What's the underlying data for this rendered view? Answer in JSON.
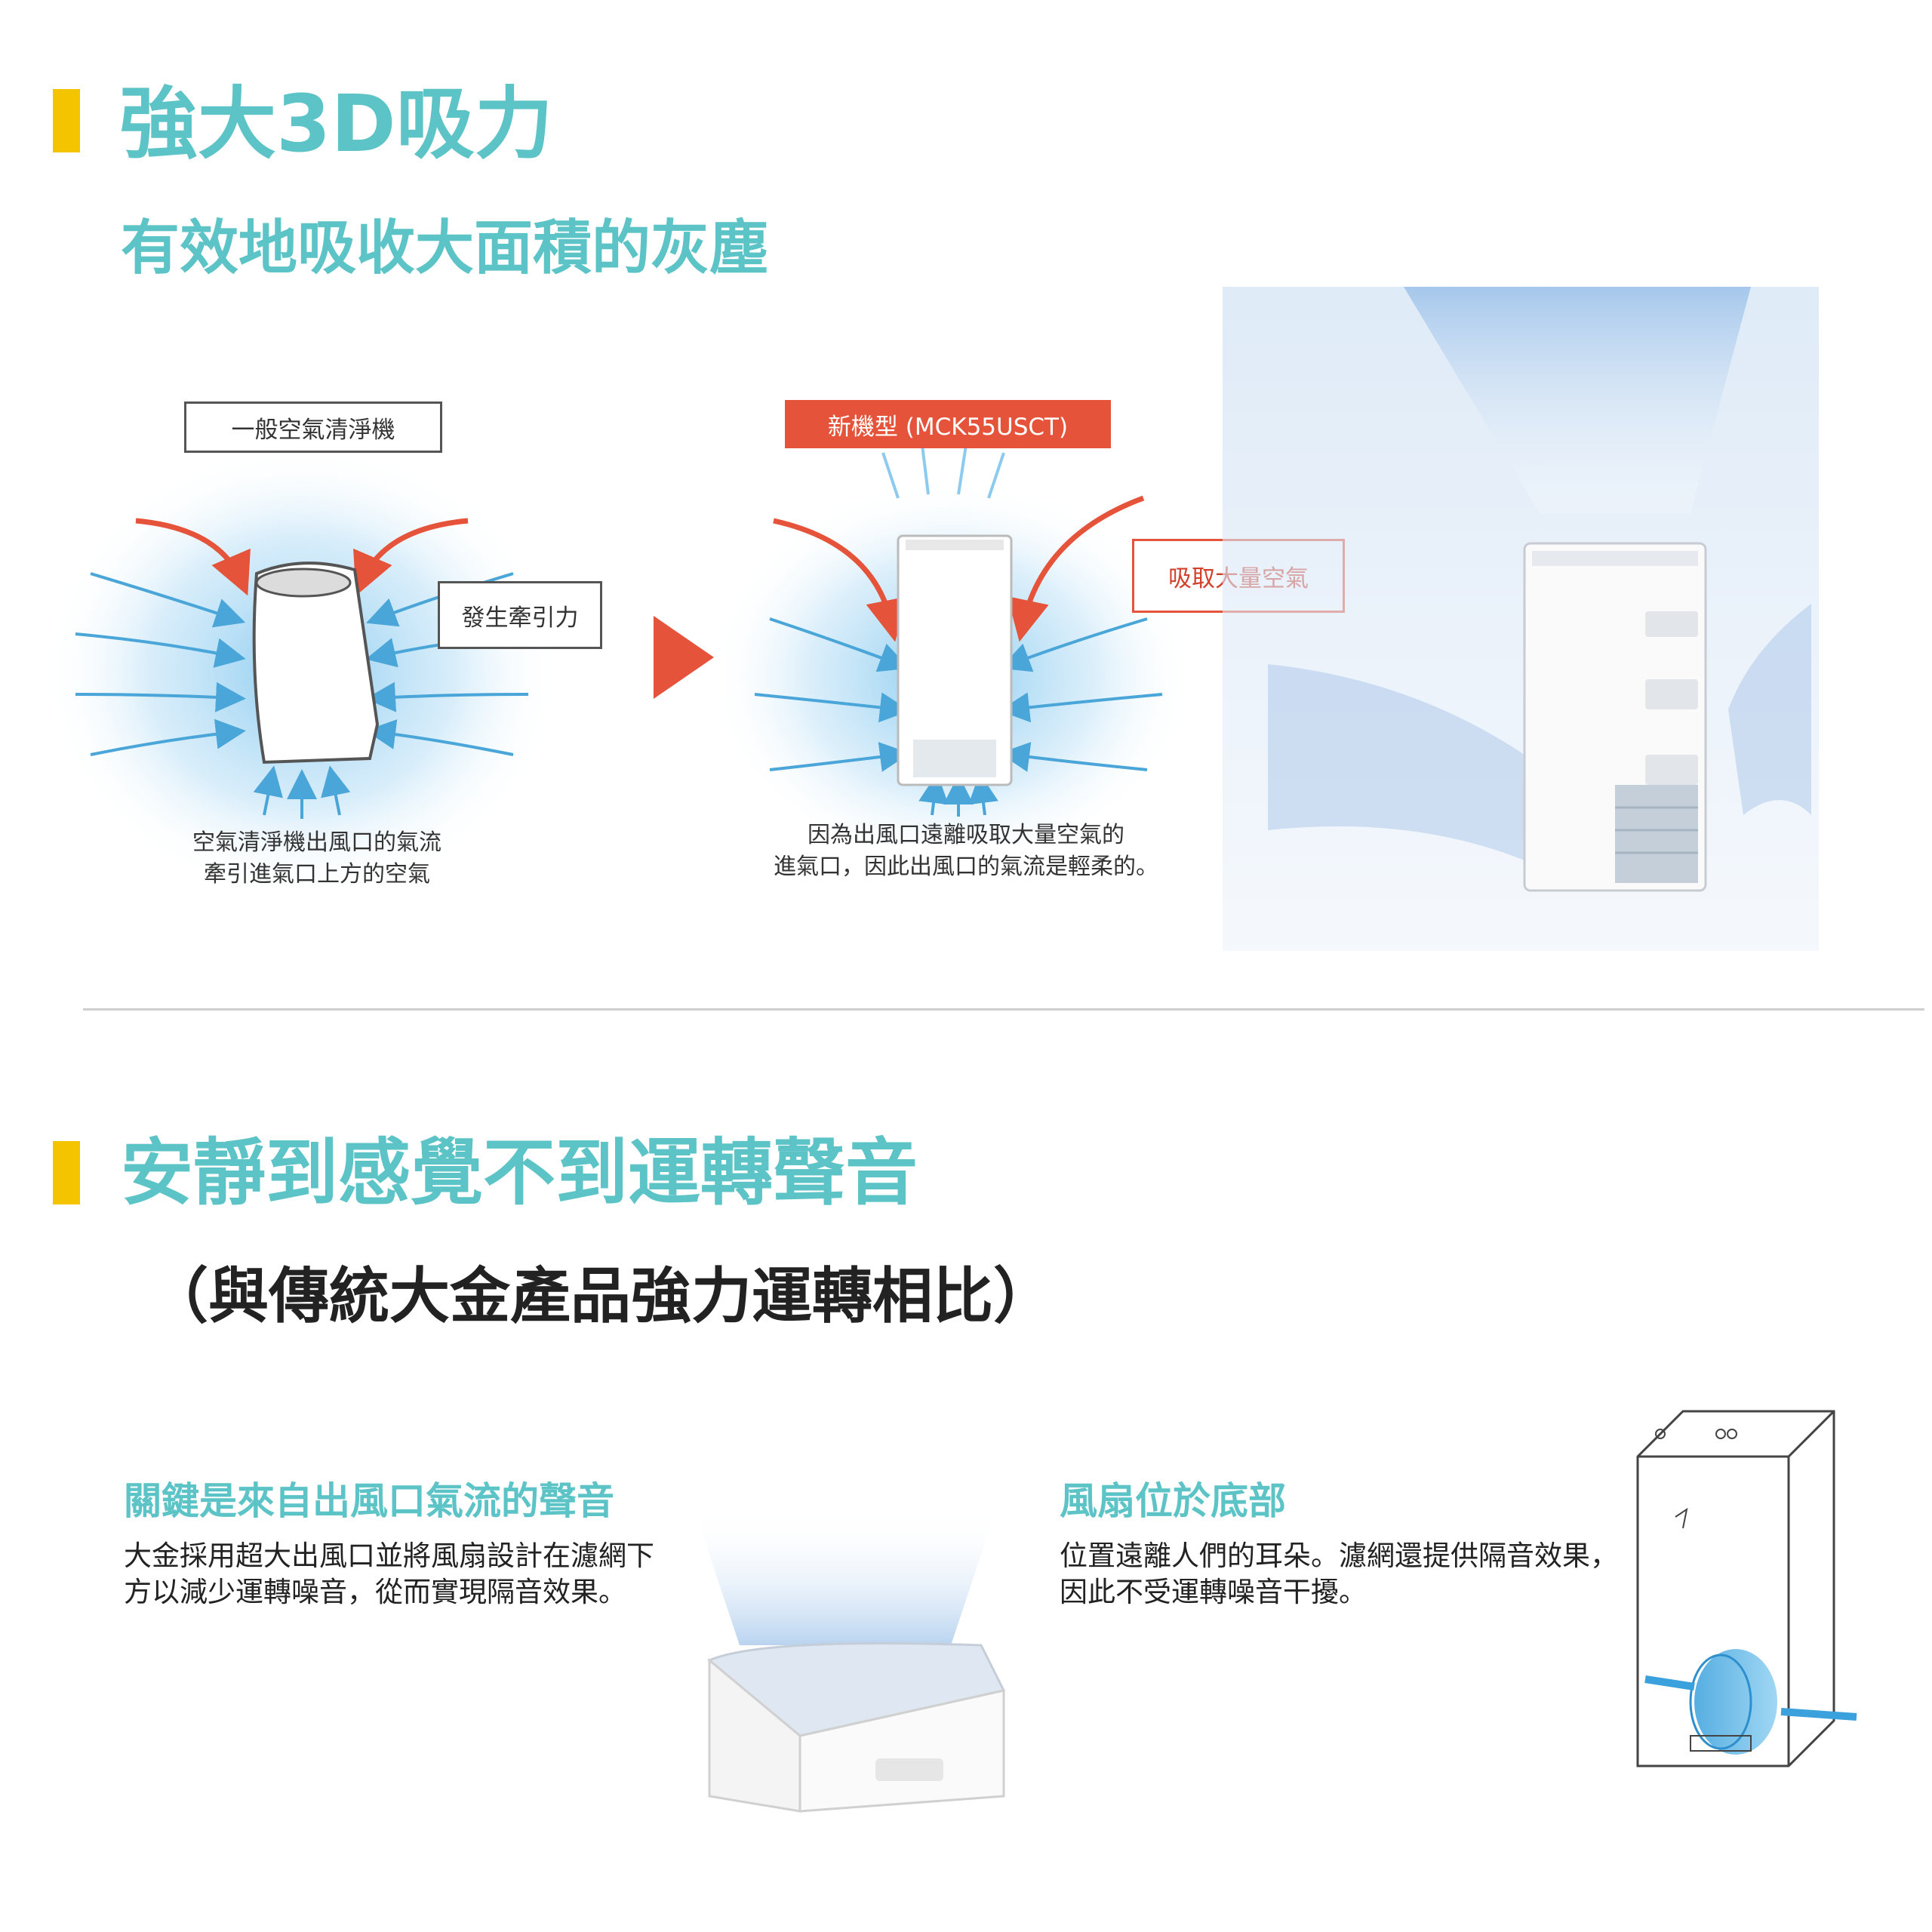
{
  "section1": {
    "title": "強大3D吸力",
    "subtitle": "有效地吸收大面積的灰塵",
    "diagram_left": {
      "label": "一般空氣清淨機",
      "traction_label": "發生牽引力",
      "caption_line1": "空氣清淨機出風口的氣流",
      "caption_line2": "牽引進氣口上方的空氣"
    },
    "diagram_right": {
      "label": "新機型 (MCK55USCT)",
      "intake_label": "吸取大量空氣",
      "caption_line1": "因為出風口遠離吸取大量空氣的",
      "caption_line2": "進氣口，因此出風口的氣流是輕柔的。"
    }
  },
  "section2": {
    "title": "安靜到感覺不到運轉聲音",
    "subtitle": "（與傳統大金產品強力運轉相比）",
    "col_left": {
      "heading": "關鍵是來自出風口氣流的聲音",
      "body": "大金採用超大出風口並將風扇設計在濾網下方以減少運轉噪音，從而實現隔音效果。"
    },
    "col_right": {
      "heading": "風扇位於底部",
      "body": "位置遠離人們的耳朵。濾網還提供隔音效果，因此不受運轉噪音干擾。"
    }
  },
  "colors": {
    "accent_teal": "#5cc3c6",
    "accent_yellow": "#f5c400",
    "arrow_red": "#e5533a",
    "airflow_blue": "#7fc6ee"
  }
}
